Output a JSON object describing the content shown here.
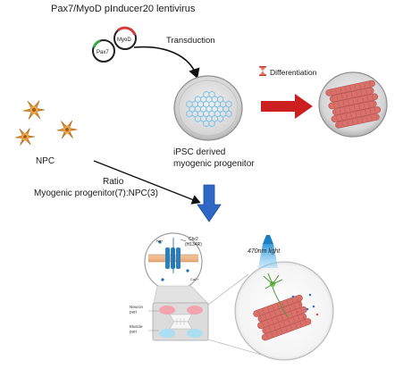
{
  "title": "Pax7/MyoD pInducer20 lentivirus",
  "plasmids": {
    "left_label": "Pax7",
    "right_label": "MyoD"
  },
  "transduction_label": "Transduction",
  "differentiation_label": "Differentiation",
  "npc_label": "NPC",
  "ipsc_label_line1": "iPSC derived",
  "ipsc_label_line2": "myogenic progenitor",
  "ratio_label_line1": "Ratio",
  "ratio_label_line2": "Myogenic progenitor(7):NPC(3)",
  "light_label": "470nm light",
  "channel": {
    "name": "Chr2",
    "variant": "(H134R)",
    "ion_top": "Na+",
    "ion_side": "Ca2+"
  },
  "chamber": {
    "neuron_label": "Neuron\npart",
    "muscle_label": "Muscle\npart"
  },
  "colors": {
    "pax7_ring": "#3aa84a",
    "myod_ring": "#d63b3b",
    "neuron": "#d88a2c",
    "progenitor": "#7ec3e6",
    "muscle": "#d9706a",
    "red_arrow": "#cc1f1f",
    "blue_arrow": "#2f67c4",
    "light": "#2aa6e0"
  }
}
